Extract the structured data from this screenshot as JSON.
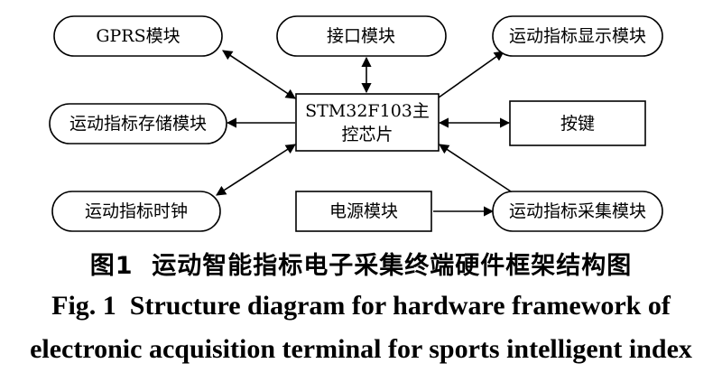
{
  "diagram": {
    "nodes": {
      "gprs": "GPRS模块",
      "interface": "接口模块",
      "display": "运动指标显示模块",
      "storage": "运动指标存储模块",
      "mcu_line1": "STM32F103主",
      "mcu_line2": "控芯片",
      "button": "按键",
      "clock": "运动指标时钟",
      "power": "电源模块",
      "acquisition": "运动指标采集模块"
    }
  },
  "caption": {
    "cn": "图1  运动智能指标电子采集终端硬件框架结构图",
    "en_line1": "Fig. 1  Structure diagram for hardware framework of",
    "en_line2": "electronic acquisition terminal for sports intelligent index"
  }
}
